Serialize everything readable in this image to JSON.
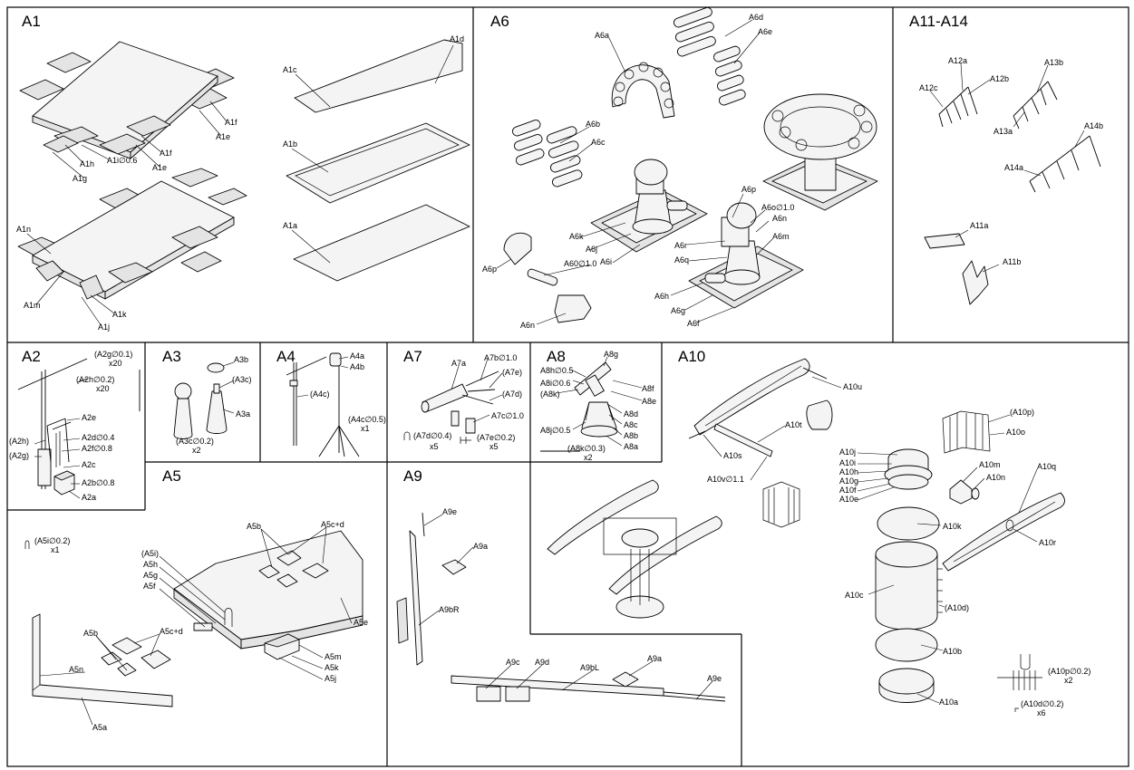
{
  "sections": {
    "A1": "A1",
    "A6": "A6",
    "A11_14": "A11-A14",
    "A2": "A2",
    "A3": "A3",
    "A4": "A4",
    "A7": "A7",
    "A8": "A8",
    "A10": "A10",
    "A5": "A5",
    "A9": "A9"
  },
  "labels": {
    "a1d": "A1d",
    "a1c": "A1c",
    "a1b": "A1b",
    "a1a": "A1a",
    "a1f_1": "A1f",
    "a1e_1": "A1e",
    "a1f_2": "A1f",
    "a1e_2": "A1e",
    "a1h": "A1h",
    "a1i": "A1i∅0.6",
    "a1g": "A1g",
    "a1n": "A1n",
    "a1m": "A1m",
    "a1k": "A1k",
    "a1j": "A1j",
    "a6a": "A6a",
    "a6d": "A6d",
    "a6e": "A6e",
    "a6b": "A6b",
    "a6c": "A6c",
    "a6p_1": "A6p",
    "a6o": "A6o∅1.0",
    "a6n_1": "A6n",
    "a6m": "A6m",
    "a6k": "A6k",
    "a6j": "A6j",
    "a6i": "A6i",
    "a6r": "A6r",
    "a6q": "A6q",
    "a6p_2": "A6p",
    "a60": "A60∅1.0",
    "a6h": "A6h",
    "a6g": "A6g",
    "a6f": "A6f",
    "a6n_2": "A6n",
    "a12a": "A12a",
    "a12b": "A12b",
    "a12c": "A12c",
    "a13b": "A13b",
    "a13a": "A13a",
    "a14b": "A14b",
    "a14a": "A14a",
    "a11a": "A11a",
    "a11b": "A11b",
    "a2g_d": "(A2g∅0.1)",
    "a2g_x": "x20",
    "a2h_d": "(A2h∅0.2)",
    "a2h_x": "x20",
    "a2e": "A2e",
    "a2h": "(A2h)",
    "a2d": "A2d∅0.4",
    "a2g": "(A2g)",
    "a2f": "A2f∅0.8",
    "a2c": "A2c",
    "a2b": "A2b∅0.8",
    "a2a": "A2a",
    "a3b": "A3b",
    "a3c": "(A3c)",
    "a3a": "A3a",
    "a3c_d": "(A3c∅0.2)",
    "a3c_x": "x2",
    "a4a": "A4a",
    "a4b": "A4b",
    "a4c": "(A4c)",
    "a4c_d": "(A4c∅0.5)",
    "a4c_x": "x1",
    "a7a": "A7a",
    "a7b": "A7b∅1.0",
    "a7e": "(A7e)",
    "a7d": "(A7d)",
    "a7c": "A7c∅1.0",
    "a7d_d": "(A7d∅0.4)",
    "a7d_x": "x5",
    "a7e_d": "(A7e∅0.2)",
    "a7e_x": "x5",
    "a8g": "A8g",
    "a8h": "A8h∅0.5",
    "a8i": "A8i∅0.6",
    "a8k": "(A8k)",
    "a8f": "A8f",
    "a8e": "A8e",
    "a8d": "A8d",
    "a8c": "A8c",
    "a8j": "A8j∅0.5",
    "a8b": "A8b",
    "a8a": "A8a",
    "a8k_d": "(A8k∅0.3)",
    "a8k_x": "x2",
    "a10u": "A10u",
    "a10t": "A10t",
    "a10s": "A10s",
    "a10v": "A10v∅1.1",
    "a10p": "(A10p)",
    "a10o": "A10o",
    "a10j": "A10j",
    "a10i": "A10i",
    "a10h": "A10h",
    "a10g": "A10g",
    "a10f": "A10f",
    "a10e": "A10e",
    "a10m": "A10m",
    "a10n": "A10n",
    "a10q": "A10q",
    "a10k": "A10k",
    "a10r": "A10r",
    "a10c": "A10c",
    "a10d": "(A10d)",
    "a10b": "A10b",
    "a10a": "A10a",
    "a10p_d": "(A10p∅0.2)",
    "a10p_x": "x2",
    "a10d_d": "(A10d∅0.2)",
    "a10d_x": "x6",
    "a5i_d": "(A5i∅0.2)",
    "a5i_x": "x1",
    "a5b_1": "A5b",
    "a5cd_1": "A5c+d",
    "a5i": "(A5i)",
    "a5h": "A5h",
    "a5g": "A5g",
    "a5f": "A5f",
    "a5e": "A5e",
    "a5b_2": "A5b",
    "a5cd_2": "A5c+d",
    "a5m": "A5m",
    "a5k": "A5k",
    "a5j": "A5j",
    "a5n": "A5n",
    "a5a": "A5a",
    "a9e_1": "A9e",
    "a9a_1": "A9a",
    "a9bR": "A9bR",
    "a9c": "A9c",
    "a9d": "A9d",
    "a9bL": "A9bL",
    "a9a_2": "A9a",
    "a9e_2": "A9e"
  }
}
